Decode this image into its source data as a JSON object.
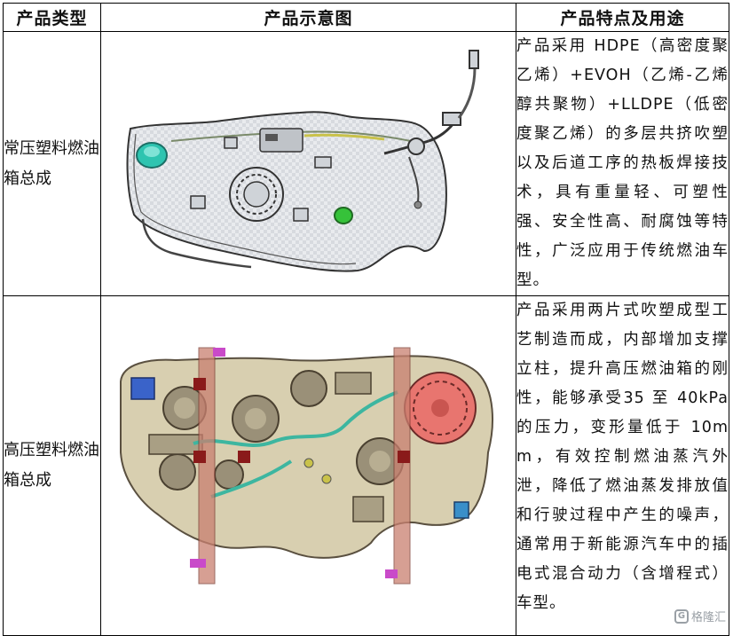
{
  "table": {
    "headers": [
      "产品类型",
      "产品示意图",
      "产品特点及用途"
    ],
    "rows": [
      {
        "type": "常压塑料燃油箱总成",
        "image": "normal-pressure-plastic-fuel-tank-illustration",
        "description": "产品采用 HDPE（高密度聚乙烯）+EVOH（乙烯-乙烯醇共聚物）+LLDPE（低密度聚乙烯）的多层共挤吹塑以及后道工序的热板焊接技术，具有重量轻、可塑性强、安全性高、耐腐蚀等特性，广泛应用于传统燃油车型。"
      },
      {
        "type": "高压塑料燃油箱总成",
        "image": "high-pressure-plastic-fuel-tank-illustration",
        "description": "产品采用两片式吹塑成型工艺制造而成，内部增加支撑立柱，提升高压燃油箱的刚性，能够承受35 至 40kPa 的压力，变形量低于 10mm，有效控制燃油蒸汽外泄，降低了燃油蒸发排放值和行驶过程中产生的噪声，通常用于新能源汽车中的插电式混合动力（含增程式）车型。"
      }
    ]
  },
  "watermark": {
    "icon": "gelonghui-logo",
    "text": "格隆汇"
  }
}
